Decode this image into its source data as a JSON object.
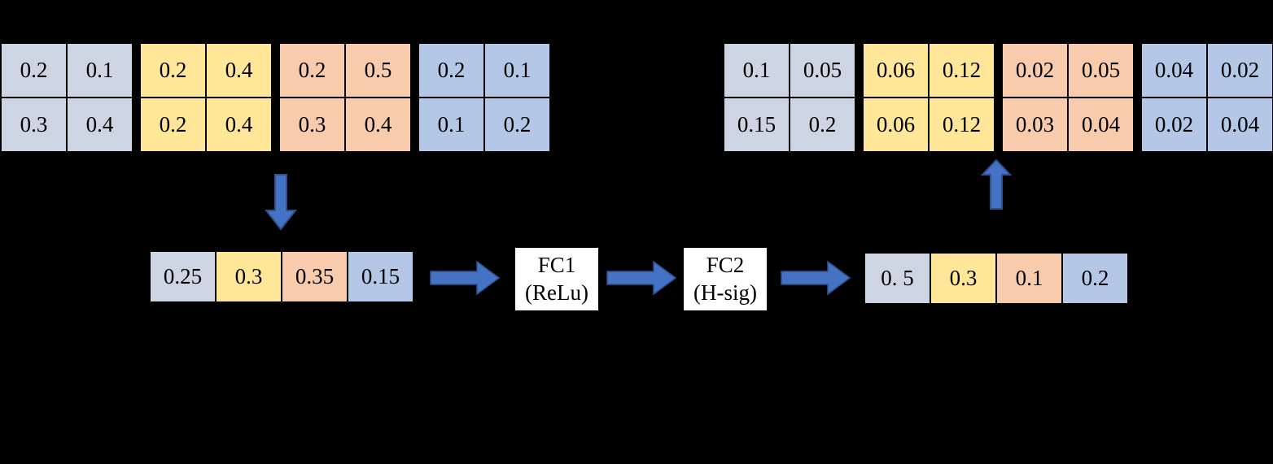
{
  "colors": {
    "background": "#000000",
    "channel_gray": "#CDD4E2",
    "channel_yellow": "#FFE699",
    "channel_orange": "#F8CBAD",
    "channel_blue": "#B4C7E7",
    "arrow_fill": "#4472C4",
    "arrow_stroke": "#2F528F",
    "fc_box_fill": "#FFFFFF",
    "cell_border": "#000000"
  },
  "input_maps": [
    {
      "channel": "gray",
      "cells": [
        "0.2",
        "0.1",
        "0.3",
        "0.4"
      ]
    },
    {
      "channel": "yellow",
      "cells": [
        "0.2",
        "0.4",
        "0.2",
        "0.4"
      ]
    },
    {
      "channel": "orange",
      "cells": [
        "0.2",
        "0.5",
        "0.3",
        "0.4"
      ]
    },
    {
      "channel": "blue",
      "cells": [
        "0.2",
        "0.1",
        "0.1",
        "0.2"
      ]
    }
  ],
  "pooled_vector": {
    "cells": [
      {
        "channel": "gray",
        "value": "0.25"
      },
      {
        "channel": "yellow",
        "value": "0.3"
      },
      {
        "channel": "orange",
        "value": "0.35"
      },
      {
        "channel": "blue",
        "value": "0.15"
      }
    ]
  },
  "fc1": {
    "line1": "FC1",
    "line2": "(ReLu)"
  },
  "fc2": {
    "line1": "FC2",
    "line2": "(H-sig)"
  },
  "scale_vector": {
    "cells": [
      {
        "channel": "gray",
        "value": "0. 5"
      },
      {
        "channel": "yellow",
        "value": "0.3"
      },
      {
        "channel": "orange",
        "value": "0.1"
      },
      {
        "channel": "blue",
        "value": "0.2"
      }
    ]
  },
  "output_maps": [
    {
      "channel": "gray",
      "cells": [
        "0.1",
        "0.05",
        "0.15",
        "0.2"
      ]
    },
    {
      "channel": "yellow",
      "cells": [
        "0.06",
        "0.12",
        "0.06",
        "0.12"
      ]
    },
    {
      "channel": "orange",
      "cells": [
        "0.02",
        "0.05",
        "0.03",
        "0.04"
      ]
    },
    {
      "channel": "blue",
      "cells": [
        "0.04",
        "0.02",
        "0.02",
        "0.04"
      ]
    }
  ]
}
